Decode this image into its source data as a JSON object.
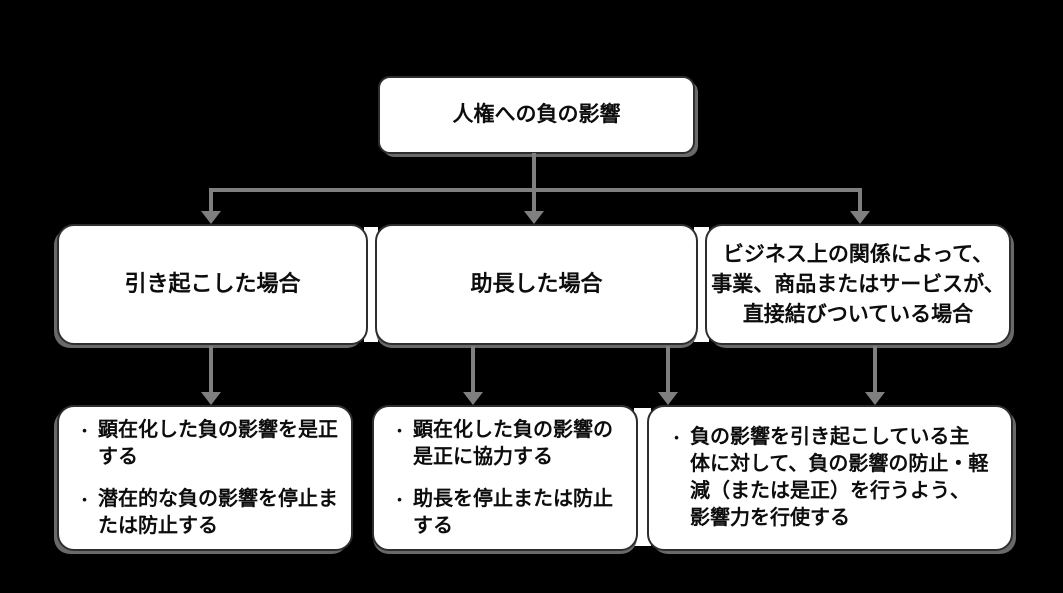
{
  "diagram": {
    "top": {
      "label": "人権への負の影響"
    },
    "conditions": [
      {
        "label": "引き起こした場合"
      },
      {
        "label": "助長した場合"
      },
      {
        "lines": [
          "ビジネス上の関係によって、",
          "事業、商品またはサービスが、",
          "直接結びついている場合"
        ]
      }
    ],
    "responses": [
      {
        "bullets": [
          "顕在化した負の影響を是正する",
          "潜在的な負の影響を停止または防止する"
        ]
      },
      {
        "bullets": [
          "顕在化した負の影響の是正に協力する",
          "助長を停止または防止する"
        ]
      },
      {
        "bullets": [
          "負の影響を引き起こしている主体に対して、負の影響の防止・軽減（または是正）を行うよう、影響力を行使する"
        ]
      }
    ],
    "bullet_char": "•",
    "colors": {
      "background": "#000000",
      "box_fill": "#ffffff",
      "box_border": "#2e2e2e",
      "box_shadow": "#696969",
      "arrow": "#7f7f7f",
      "text": "#0d0d0d"
    }
  }
}
